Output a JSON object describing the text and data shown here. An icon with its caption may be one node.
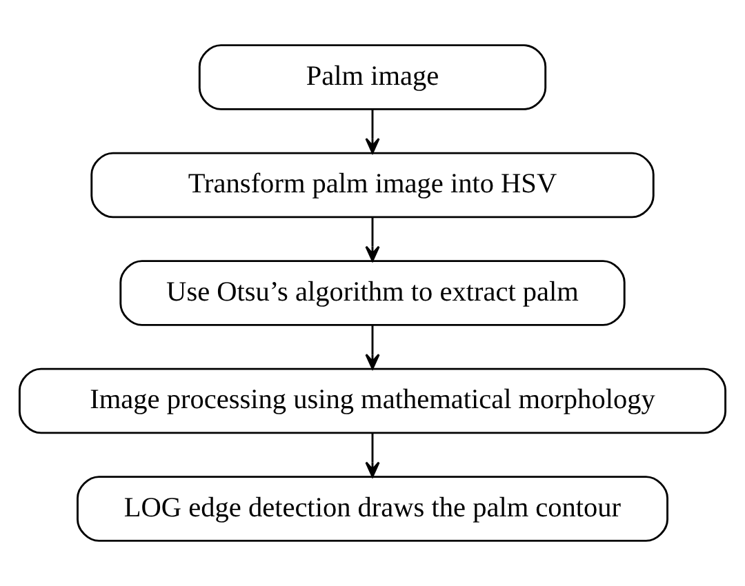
{
  "diagram": {
    "nodes": [
      {
        "text": [
          "Palm image"
        ]
      },
      {
        "text": [
          "Transform palm image into HSV"
        ]
      },
      {
        "text": [
          "Use Otsu’s algorithm to extract palm"
        ]
      },
      {
        "text": [
          "Image processing using mathematical morphology"
        ]
      },
      {
        "text": [
          "LOG edge detection draws the palm contour"
        ]
      }
    ],
    "edges": [
      {
        "from": 0,
        "to": 1,
        "arrow": "to"
      },
      {
        "from": 1,
        "to": 2,
        "arrow": "to"
      },
      {
        "from": 2,
        "to": 3,
        "arrow": "to"
      },
      {
        "from": 3,
        "to": 4,
        "arrow": "to"
      }
    ]
  }
}
